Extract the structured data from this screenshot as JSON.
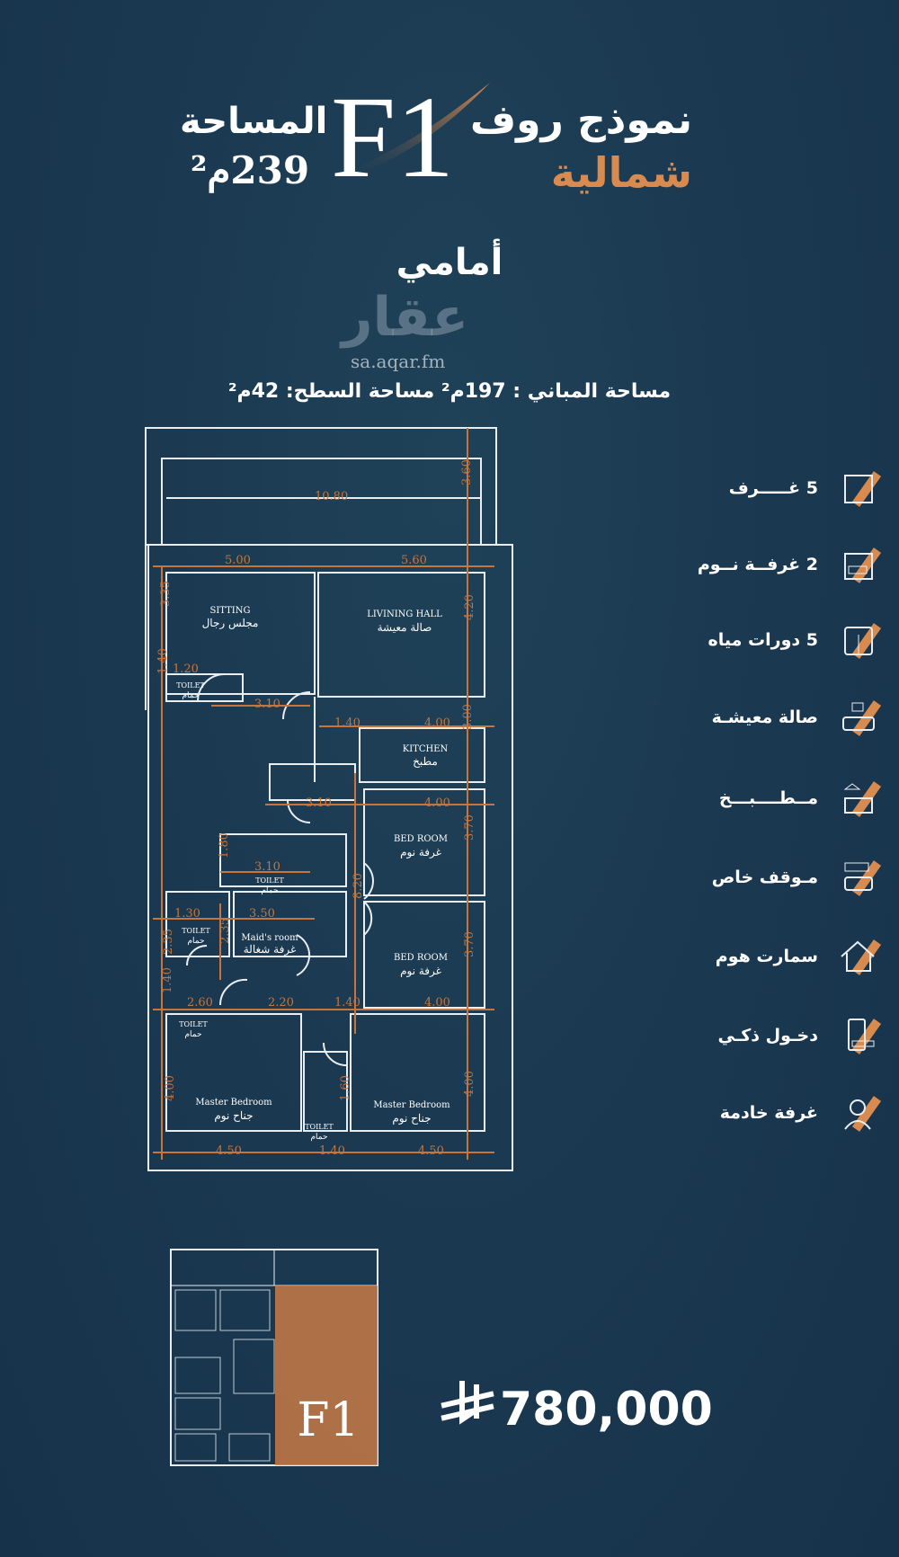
{
  "header": {
    "model_line": "نموذج روف",
    "direction": "شمالية",
    "model_code": "F1",
    "area_label": "المساحة",
    "area_value": "239م²",
    "position": "أمامي",
    "areas_line": "مساحة المباني : 197م²  مساحة السطح: 42م²"
  },
  "watermark": {
    "logo": "عقار",
    "url": "sa.aqar.fm"
  },
  "plan": {
    "rooms": [
      {
        "en": "SITTING",
        "ar": "مجلس رجال"
      },
      {
        "en": "LIVINING  HALL",
        "ar": "صالة معيشة"
      },
      {
        "en": "KITCHEN",
        "ar": "مطبخ"
      },
      {
        "en": "BED  ROOM",
        "ar": "غرفة نوم"
      },
      {
        "en": "BED  ROOM",
        "ar": "غرفة نوم"
      },
      {
        "en": "Maid's room",
        "ar": "غرفة شغالة"
      },
      {
        "en": "Master  Bedroom",
        "ar": "جناح نوم"
      },
      {
        "en": "Master  Bedroom",
        "ar": "جناح نوم"
      },
      {
        "en": "TOILET",
        "ar": "حمام"
      },
      {
        "en": "TOILET",
        "ar": "حمام"
      },
      {
        "en": "TOILET",
        "ar": "حمام"
      },
      {
        "en": "TOILET",
        "ar": "حمام"
      },
      {
        "en": "TOILET",
        "ar": "حمام"
      }
    ],
    "dims": [
      "10.80",
      "3.60",
      "5.00",
      "5.60",
      "3.35",
      "4.20",
      "1.40",
      "1.20",
      "3.10",
      "1.40",
      "4.00",
      "3.00",
      "3.10",
      "4.00",
      "3.70",
      "1.80",
      "3.10",
      "8.20",
      "1.30",
      "3.50",
      "2.35",
      "2.35",
      "3.70",
      "1.40",
      "2.60",
      "2.20",
      "1.40",
      "4.00",
      "4.00",
      "1.60",
      "4.00",
      "4.50",
      "1.40",
      "4.50"
    ]
  },
  "features": [
    {
      "label": "5 غـــــرف",
      "icon": "rooms-icon"
    },
    {
      "label": "2 غرفــة نــوم",
      "icon": "bedroom-icon"
    },
    {
      "label": "5 دورات مياه",
      "icon": "wc-icon"
    },
    {
      "label": "صالة معيشـة",
      "icon": "living-room-icon"
    },
    {
      "label": "مــطــــبـــخ",
      "icon": "kitchen-icon"
    },
    {
      "label": "مـوقف خاص",
      "icon": "parking-icon"
    },
    {
      "label": "سمارت هوم",
      "icon": "smart-home-icon"
    },
    {
      "label": "دخـول ذكـي",
      "icon": "smart-lock-icon"
    },
    {
      "label": "غرفة خادمة",
      "icon": "maid-icon"
    }
  ],
  "key_plan": {
    "label": "F1"
  },
  "price": {
    "currency_symbol": "⃁",
    "value": "780,000"
  },
  "colors": {
    "background": "#1a3850",
    "accent": "#d98a4e",
    "lines": "#e8eef2",
    "dimension": "#c8743a"
  }
}
